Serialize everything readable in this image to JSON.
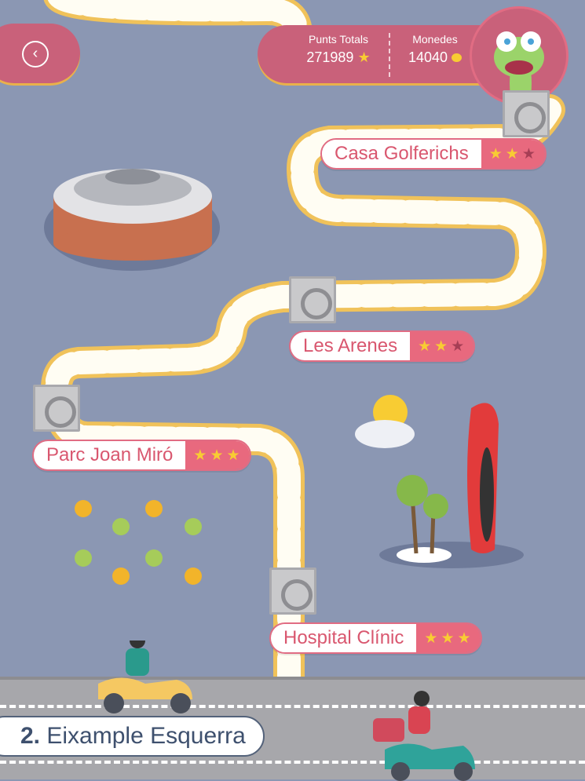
{
  "header": {
    "back_icon": "chevron-left-icon",
    "points_label": "Punts Totals",
    "points_value": "271989",
    "coins_label": "Monedes",
    "coins_value": "14040"
  },
  "levels": [
    {
      "name": "Casa Golferichs",
      "stars": 2
    },
    {
      "name": "Les Arenes",
      "stars": 2
    },
    {
      "name": "Parc Joan Miró",
      "stars": 3
    },
    {
      "name": "Hospital Clínic",
      "stars": 3
    }
  ],
  "district": {
    "number": "2.",
    "name": "Eixample Esquerra"
  },
  "colors": {
    "accent": "#c9617a",
    "background": "#8b97b3",
    "path_border": "#f0c25a",
    "star": "#f8cc33"
  }
}
